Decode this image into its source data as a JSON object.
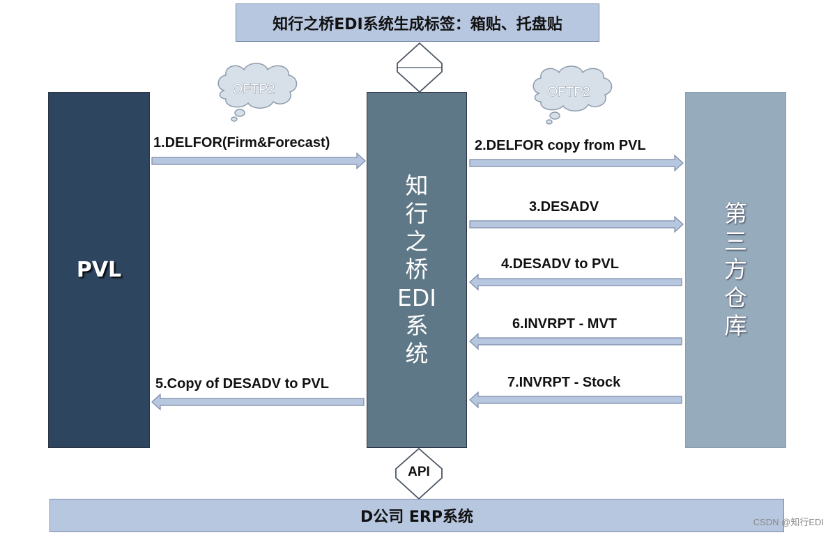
{
  "top_box": "知行之桥EDI系统生成标签：箱贴、托盘贴",
  "bottom_box": "D公司 ERP系统",
  "columns": {
    "left": "PVL",
    "center": "知行之桥EDI系统",
    "right": "第三方仓库"
  },
  "clouds": {
    "left": "OFTP2",
    "right": "OFTP2"
  },
  "api_label": "API",
  "arrows": [
    {
      "label": "1.DELFOR(Firm&Forecast)",
      "direction": "right"
    },
    {
      "label": "2.DELFOR copy from PVL",
      "direction": "right"
    },
    {
      "label": "3.DESADV",
      "direction": "right"
    },
    {
      "label": "4.DESADV to PVL",
      "direction": "left"
    },
    {
      "label": "6.INVRPT - MVT",
      "direction": "left"
    },
    {
      "label": "7.INVRPT - Stock",
      "direction": "left"
    },
    {
      "label": "5.Copy of DESADV to PVL",
      "direction": "left"
    }
  ],
  "watermark": "CSDN @知行EDI",
  "colors": {
    "label_box": "#b8c7e0",
    "pvl": "#2e4560",
    "edi": "#5f7887",
    "warehouse": "#96abbc",
    "arrow_fill": "#b8c7e0",
    "arrow_stroke": "#7b8ba8"
  }
}
